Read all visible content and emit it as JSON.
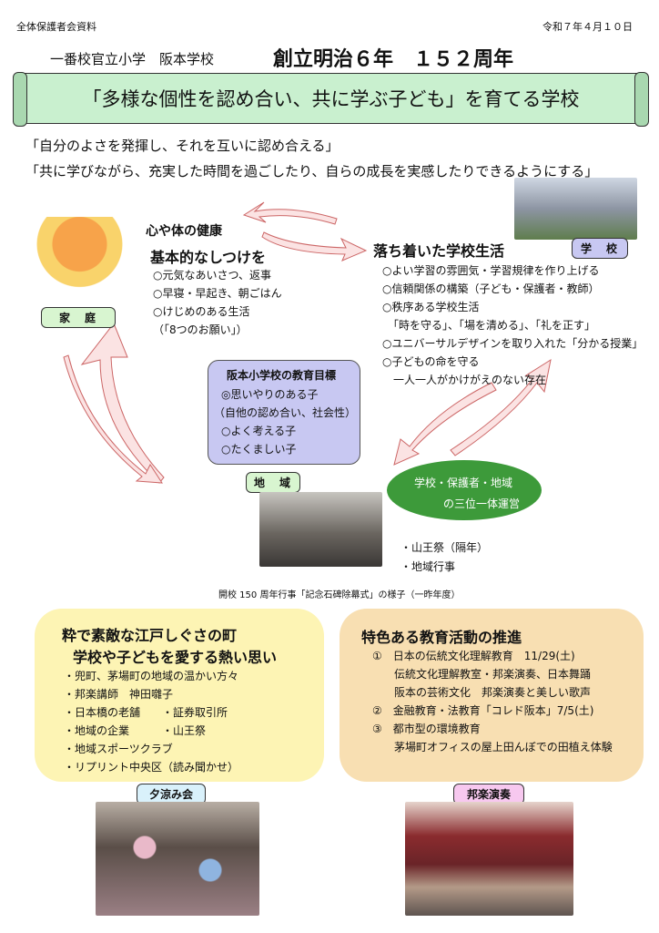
{
  "header": {
    "doc_type": "全体保護者会資料",
    "date": "令和７年４月１０日",
    "school": "一番校官立小学　阪本学校",
    "founding": "創立明治６年　１５２周年"
  },
  "banner_title": "「多様な個性を認め合い、共に学ぶ子ども」を育てる学校",
  "quotes": [
    "「自分のよさを発揮し、それを互いに認め合える」",
    "「共に学びながら、充実した時間を過ごしたり、自らの成長を実感したりできるようにする」"
  ],
  "home": {
    "label": "家　庭",
    "heading1": "心や体の健康",
    "heading2": "基本的なしつけを",
    "items": [
      "○元気なあいさつ、返事",
      "○早寝・早起き、朝ごはん",
      "○けじめのある生活",
      "（「8つのお願い」）"
    ]
  },
  "school": {
    "label": "学　校",
    "heading": "落ち着いた学校生活",
    "items": [
      "○よい学習の雰囲気・学習規律を作り上げる",
      "○信頼関係の構築（子ども・保護者・教師）",
      "○秩序ある学校生活",
      "　「時を守る」、「場を清める」、「礼を正す」",
      "○ユニバーサルデザインを取り入れた「分かる授業」",
      "○子どもの命を守る",
      "　一人一人がかけがえのない存在"
    ]
  },
  "goals": {
    "title": "阪本小学校の教育目標",
    "items": [
      "◎思いやりのある子",
      "（自他の認め合い、社会性）",
      "○よく考える子",
      "○たくましい子"
    ]
  },
  "community": {
    "label": "地　域",
    "ellipse_line1": "学校・保護者・地域",
    "ellipse_line2": "の三位一体運営",
    "events": [
      "・山王祭（隔年）",
      "・地域行事"
    ],
    "caption": "開校 150 周年行事「記念石碑除幕式」の様子（一昨年度）"
  },
  "edo": {
    "heading1": "粋で素敵な江戸しぐさの町",
    "heading2": "学校や子どもを愛する熱い思い",
    "items": [
      "・兜町、茅場町の地域の温かい方々",
      "・邦楽講師　神田囃子",
      "・日本橋の老舗",
      "・地域の企業",
      "・地域スポーツクラブ",
      "・リプリント中央区（読み聞かせ）"
    ],
    "items_right": [
      "・証券取引所",
      "・山王祭"
    ],
    "photo_label": "夕涼み会"
  },
  "activities": {
    "heading": "特色ある教育活動の推進",
    "items": [
      "①　日本の伝統文化理解教育　11/29(土)",
      "　　伝統文化理解教室・邦楽演奏、日本舞踊",
      "　　阪本の芸術文化　邦楽演奏と美しい歌声",
      "②　金融教育・法教育「コレド阪本」7/5(土)",
      "③　都市型の環境教育",
      "　　茅場町オフィスの屋上田んぼでの田植え体験"
    ],
    "photo_label": "邦楽演奏"
  },
  "colors": {
    "banner": "#c9f0cf",
    "green_label": "#d8f5d0",
    "lavender": "#c8c8f2",
    "ellipse": "#3d9a3a",
    "yellow_box": "#fdf4b4",
    "tan_box": "#f8dfb2",
    "arrow": "#fbe3e3"
  }
}
